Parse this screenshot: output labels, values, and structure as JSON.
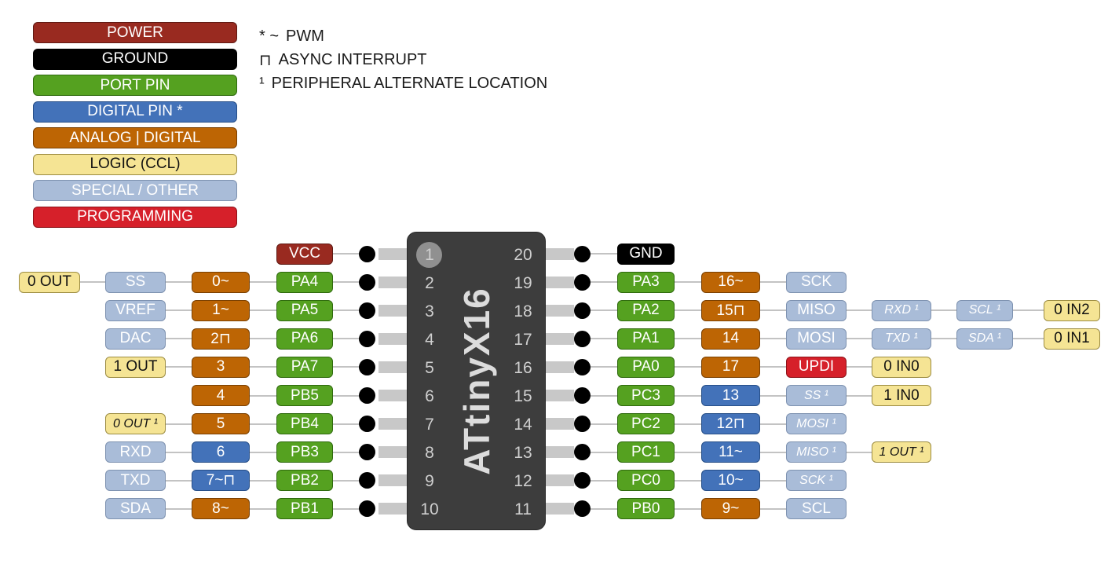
{
  "legend": {
    "items": [
      {
        "label": "POWER",
        "type": "power"
      },
      {
        "label": "GROUND",
        "type": "ground"
      },
      {
        "label": "PORT PIN",
        "type": "port"
      },
      {
        "label": "DIGITAL PIN *",
        "type": "digital"
      },
      {
        "label": "ANALOG | DIGITAL",
        "type": "analog"
      },
      {
        "label": "LOGIC (CCL)",
        "type": "logic"
      },
      {
        "label": "SPECIAL / OTHER",
        "type": "special"
      },
      {
        "label": "PROGRAMMING",
        "type": "programming"
      }
    ]
  },
  "notes": [
    {
      "symbol": "* ~",
      "text": "PWM"
    },
    {
      "symbol": "⊓",
      "text": "ASYNC INTERRUPT"
    },
    {
      "symbol": "¹",
      "text": "PERIPHERAL ALTERNATE LOCATION"
    }
  ],
  "chip": {
    "name": "ATtinyX16",
    "left_pins": [
      "1",
      "2",
      "3",
      "4",
      "5",
      "6",
      "7",
      "8",
      "9",
      "10"
    ],
    "right_pins": [
      "20",
      "19",
      "18",
      "17",
      "16",
      "15",
      "14",
      "13",
      "12",
      "11"
    ]
  },
  "colors": {
    "power": "#992a20",
    "ground": "#000000",
    "port": "#55a120",
    "digital": "#4372b9",
    "analog": "#bd6504",
    "logic": "#f5e494",
    "special": "#a9bcd8",
    "programming": "#d6202a"
  },
  "border_colors": {
    "power": "#5f1a13",
    "ground": "#000000",
    "port": "#2f6a0e",
    "digital": "#274f88",
    "analog": "#7a4002",
    "logic": "#9c8c42",
    "special": "#7e92b0",
    "programming": "#8c1218"
  },
  "text_colors": {
    "logic": "#111111",
    "default": "#ffffff"
  },
  "left_rows": [
    {
      "badges": [
        {
          "col": 3,
          "label": "VCC",
          "type": "power"
        }
      ]
    },
    {
      "badges": [
        {
          "col": 0,
          "label": "0 OUT",
          "type": "logic"
        },
        {
          "col": 1,
          "label": "SS",
          "type": "special"
        },
        {
          "col": 2,
          "label": "0~",
          "type": "analog"
        },
        {
          "col": 3,
          "label": "PA4",
          "type": "port"
        }
      ]
    },
    {
      "badges": [
        {
          "col": 1,
          "label": "VREF",
          "type": "special"
        },
        {
          "col": 2,
          "label": "1~",
          "type": "analog"
        },
        {
          "col": 3,
          "label": "PA5",
          "type": "port"
        }
      ]
    },
    {
      "badges": [
        {
          "col": 1,
          "label": "DAC",
          "type": "special"
        },
        {
          "col": 2,
          "label": "2⊓",
          "type": "analog"
        },
        {
          "col": 3,
          "label": "PA6",
          "type": "port"
        }
      ]
    },
    {
      "badges": [
        {
          "col": 1,
          "label": "1 OUT",
          "type": "logic"
        },
        {
          "col": 2,
          "label": "3",
          "type": "analog"
        },
        {
          "col": 3,
          "label": "PA7",
          "type": "port"
        }
      ]
    },
    {
      "badges": [
        {
          "col": 2,
          "label": "4",
          "type": "analog"
        },
        {
          "col": 3,
          "label": "PB5",
          "type": "port"
        }
      ]
    },
    {
      "badges": [
        {
          "col": 1,
          "label": "0 OUT ¹",
          "type": "logic",
          "italic": true
        },
        {
          "col": 2,
          "label": "5",
          "type": "analog"
        },
        {
          "col": 3,
          "label": "PB4",
          "type": "port"
        }
      ]
    },
    {
      "badges": [
        {
          "col": 1,
          "label": "RXD",
          "type": "special"
        },
        {
          "col": 2,
          "label": "6",
          "type": "digital"
        },
        {
          "col": 3,
          "label": "PB3",
          "type": "port"
        }
      ]
    },
    {
      "badges": [
        {
          "col": 1,
          "label": "TXD",
          "type": "special"
        },
        {
          "col": 2,
          "label": "7~⊓",
          "type": "digital"
        },
        {
          "col": 3,
          "label": "PB2",
          "type": "port"
        }
      ]
    },
    {
      "badges": [
        {
          "col": 1,
          "label": "SDA",
          "type": "special"
        },
        {
          "col": 2,
          "label": "8~",
          "type": "analog"
        },
        {
          "col": 3,
          "label": "PB1",
          "type": "port"
        }
      ]
    }
  ],
  "right_rows": [
    {
      "badges": [
        {
          "col": 0,
          "label": "GND",
          "type": "ground"
        }
      ]
    },
    {
      "badges": [
        {
          "col": 0,
          "label": "PA3",
          "type": "port"
        },
        {
          "col": 1,
          "label": "16~",
          "type": "analog"
        },
        {
          "col": 2,
          "label": "SCK",
          "type": "special"
        }
      ]
    },
    {
      "badges": [
        {
          "col": 0,
          "label": "PA2",
          "type": "port"
        },
        {
          "col": 1,
          "label": "15⊓",
          "type": "analog"
        },
        {
          "col": 2,
          "label": "MISO",
          "type": "special"
        },
        {
          "col": 3,
          "label": "RXD ¹",
          "type": "special",
          "italic": true
        },
        {
          "col": 4,
          "label": "SCL ¹",
          "type": "special",
          "italic": true
        },
        {
          "col": 5,
          "label": "0 IN2",
          "type": "logic"
        }
      ]
    },
    {
      "badges": [
        {
          "col": 0,
          "label": "PA1",
          "type": "port"
        },
        {
          "col": 1,
          "label": "14",
          "type": "analog"
        },
        {
          "col": 2,
          "label": "MOSI",
          "type": "special"
        },
        {
          "col": 3,
          "label": "TXD ¹",
          "type": "special",
          "italic": true
        },
        {
          "col": 4,
          "label": "SDA ¹",
          "type": "special",
          "italic": true
        },
        {
          "col": 5,
          "label": "0 IN1",
          "type": "logic"
        }
      ]
    },
    {
      "badges": [
        {
          "col": 0,
          "label": "PA0",
          "type": "port"
        },
        {
          "col": 1,
          "label": "17",
          "type": "analog"
        },
        {
          "col": 2,
          "label": "UPDI",
          "type": "programming"
        },
        {
          "col": 3,
          "label": "0 IN0",
          "type": "logic"
        }
      ]
    },
    {
      "badges": [
        {
          "col": 0,
          "label": "PC3",
          "type": "port"
        },
        {
          "col": 1,
          "label": "13",
          "type": "digital"
        },
        {
          "col": 2,
          "label": "SS ¹",
          "type": "special",
          "italic": true
        },
        {
          "col": 3,
          "label": "1 IN0",
          "type": "logic"
        }
      ]
    },
    {
      "badges": [
        {
          "col": 0,
          "label": "PC2",
          "type": "port"
        },
        {
          "col": 1,
          "label": "12⊓",
          "type": "digital"
        },
        {
          "col": 2,
          "label": "MOSI ¹",
          "type": "special",
          "italic": true
        }
      ]
    },
    {
      "badges": [
        {
          "col": 0,
          "label": "PC1",
          "type": "port"
        },
        {
          "col": 1,
          "label": "11~",
          "type": "digital"
        },
        {
          "col": 2,
          "label": "MISO ¹",
          "type": "special",
          "italic": true
        },
        {
          "col": 3,
          "label": "1 OUT ¹",
          "type": "logic",
          "italic": true
        }
      ]
    },
    {
      "badges": [
        {
          "col": 0,
          "label": "PC0",
          "type": "port"
        },
        {
          "col": 1,
          "label": "10~",
          "type": "digital"
        },
        {
          "col": 2,
          "label": "SCK ¹",
          "type": "special",
          "italic": true
        }
      ]
    },
    {
      "badges": [
        {
          "col": 0,
          "label": "PB0",
          "type": "port"
        },
        {
          "col": 1,
          "label": "9~",
          "type": "analog"
        },
        {
          "col": 2,
          "label": "SCL",
          "type": "special"
        }
      ]
    }
  ]
}
